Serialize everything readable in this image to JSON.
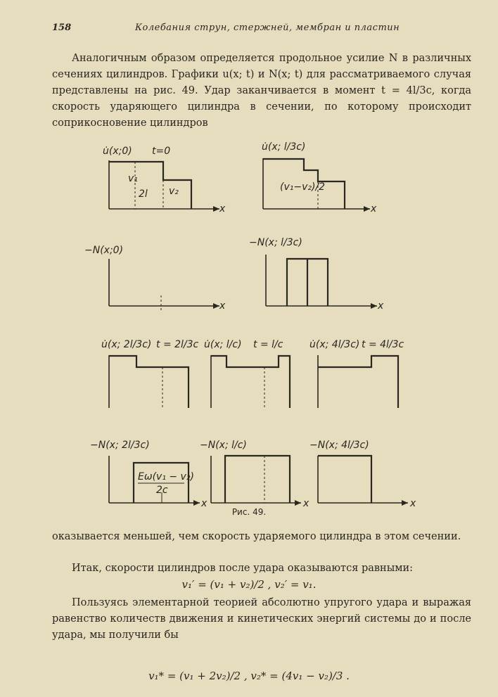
{
  "header": {
    "page_number": "158",
    "running_title": "Колебания струн, стержней, мембран и пластин"
  },
  "paragraph_1": "Аналогичным образом определяется продольное усилие N в различных сечениях цилиндров. Графики u(x; t) и N(x; t) для рассматриваемого случая представлены на рис. 49. Удар заканчивается в момент t = 4l/3c, когда скорость ударяющего цилиндра в сечении, по которому происходит соприкосновение цилиндров",
  "figure": {
    "caption": "Рис. 49.",
    "labels": {
      "u0": "u̇(x;0)",
      "t0": "t=0",
      "v1": "v₁",
      "l2": "2l",
      "v2": "v₂",
      "ul3c": "u̇(x; l/3c)",
      "avg": "(v₁−v₂)/2",
      "x": "x",
      "N0": "−N(x;0)",
      "Nl3c": "−N(x; l/3c)",
      "u2l": "u̇(x; 2l/3c)",
      "t2l": "t = 2l/3c",
      "ul": "u̇(x; l/c)",
      "tl": "t = l/c",
      "u4l": "u̇(x; 4l/3c)",
      "t4l": "t = 4l/3c",
      "N2l": "−N(x; 2l/3c)",
      "Nl": "−N(x; l/c)",
      "N4l": "−N(x; 4l/3c)",
      "Eomega": "Eω(v₁ − v₂)",
      "twoc": "2c"
    }
  },
  "paragraph_2": "оказывается меньшей, чем скорость ударяемого цилиндра в этом сечении.",
  "paragraph_3": "Итак, скорости цилиндров после удара оказываются равными:",
  "equation_1": "v₁′ = (v₁ + v₂)/2 ,   v₂′ = v₁.",
  "paragraph_4": "Пользуясь элементарной теорией абсолютно упругого удара и выражая равенство количеств движения и кинетических энергий системы до и после удара, мы получили бы",
  "equation_2": "v₁* = (v₁ + 2v₂)/2 ,   v₂* = (4v₁ − v₂)/3 ."
}
